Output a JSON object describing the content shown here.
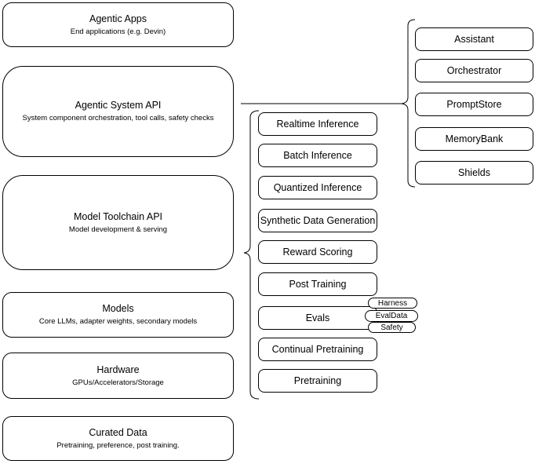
{
  "stack": [
    {
      "title": "Agentic Apps",
      "subtitle": "End applications (e.g. Devin)"
    },
    {
      "title": "Agentic System API",
      "subtitle": "System component orchestration, tool calls, safety checks"
    },
    {
      "title": "Model Toolchain API",
      "subtitle": "Model development & serving"
    },
    {
      "title": "Models",
      "subtitle": "Core LLMs, adapter weights, secondary models"
    },
    {
      "title": "Hardware",
      "subtitle": "GPUs/Accelerators/Storage"
    },
    {
      "title": "Curated Data",
      "subtitle": "Pretraining, preference, post training."
    }
  ],
  "toolchain_components": [
    "Realtime Inference",
    "Batch Inference",
    "Quantized Inference",
    "Synthetic Data Generation",
    "Reward Scoring",
    "Post Training",
    "Evals",
    "Continual Pretraining",
    "Pretraining"
  ],
  "eval_components": [
    "Harness",
    "EvalData",
    "Safety"
  ],
  "system_components": [
    "Assistant",
    "Orchestrator",
    "PromptStore",
    "MemoryBank",
    "Shields"
  ],
  "colors": {
    "border": "#000000",
    "background": "#ffffff",
    "text": "#000000"
  }
}
